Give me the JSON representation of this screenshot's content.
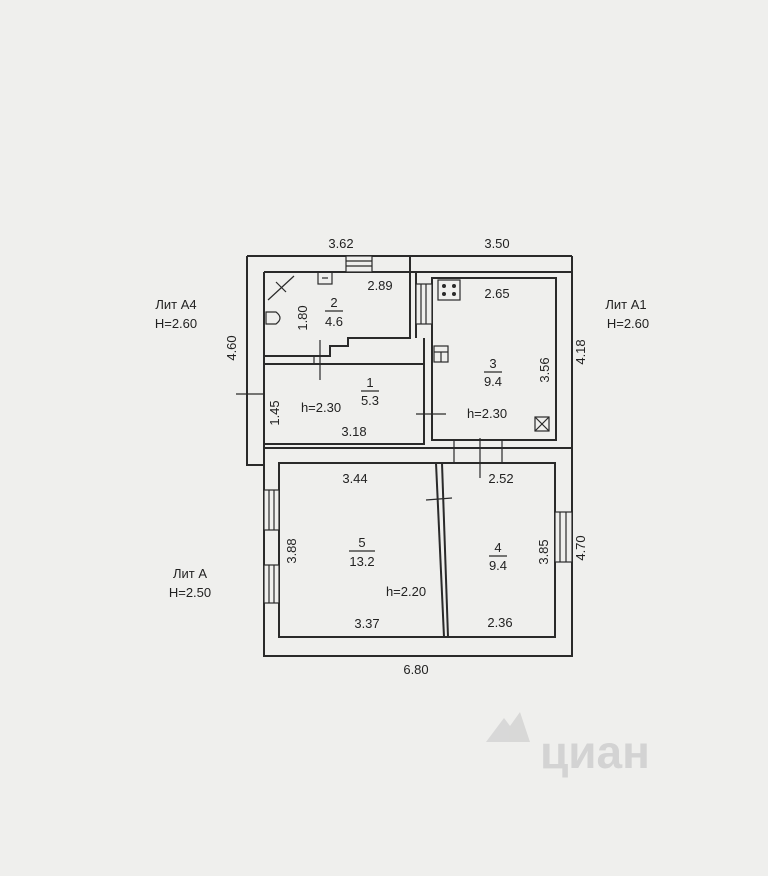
{
  "litera": [
    {
      "name": "Лит А4",
      "height": "H=2.60"
    },
    {
      "name": "Лит А1",
      "height": "H=2.60"
    },
    {
      "name": "Лит А",
      "height": "H=2.50"
    }
  ],
  "rooms": [
    {
      "number": "1",
      "area": "5.3"
    },
    {
      "number": "2",
      "area": "4.6"
    },
    {
      "number": "3",
      "area": "9.4"
    },
    {
      "number": "4",
      "area": "9.4"
    },
    {
      "number": "5",
      "area": "13.2"
    }
  ],
  "ceilings": [
    "h=2.30",
    "h=2.30",
    "h=2.20"
  ],
  "dimensions": {
    "top_left": "3.62",
    "top_right": "3.50",
    "r2_top": "2.89",
    "r3_top": "2.65",
    "r2_inner": "1.80",
    "left_outer": "4.60",
    "right_upper_outer": "4.18",
    "r3_right": "3.56",
    "r1_left": "1.45",
    "r1_bottom": "3.18",
    "r5_top": "3.44",
    "r4_top": "2.52",
    "r5_left": "3.88",
    "r4_right": "3.85",
    "right_lower_outer": "4.70",
    "r5_bottom": "3.37",
    "r4_bottom": "2.36",
    "bottom_outer": "6.80"
  },
  "watermark": "циан"
}
